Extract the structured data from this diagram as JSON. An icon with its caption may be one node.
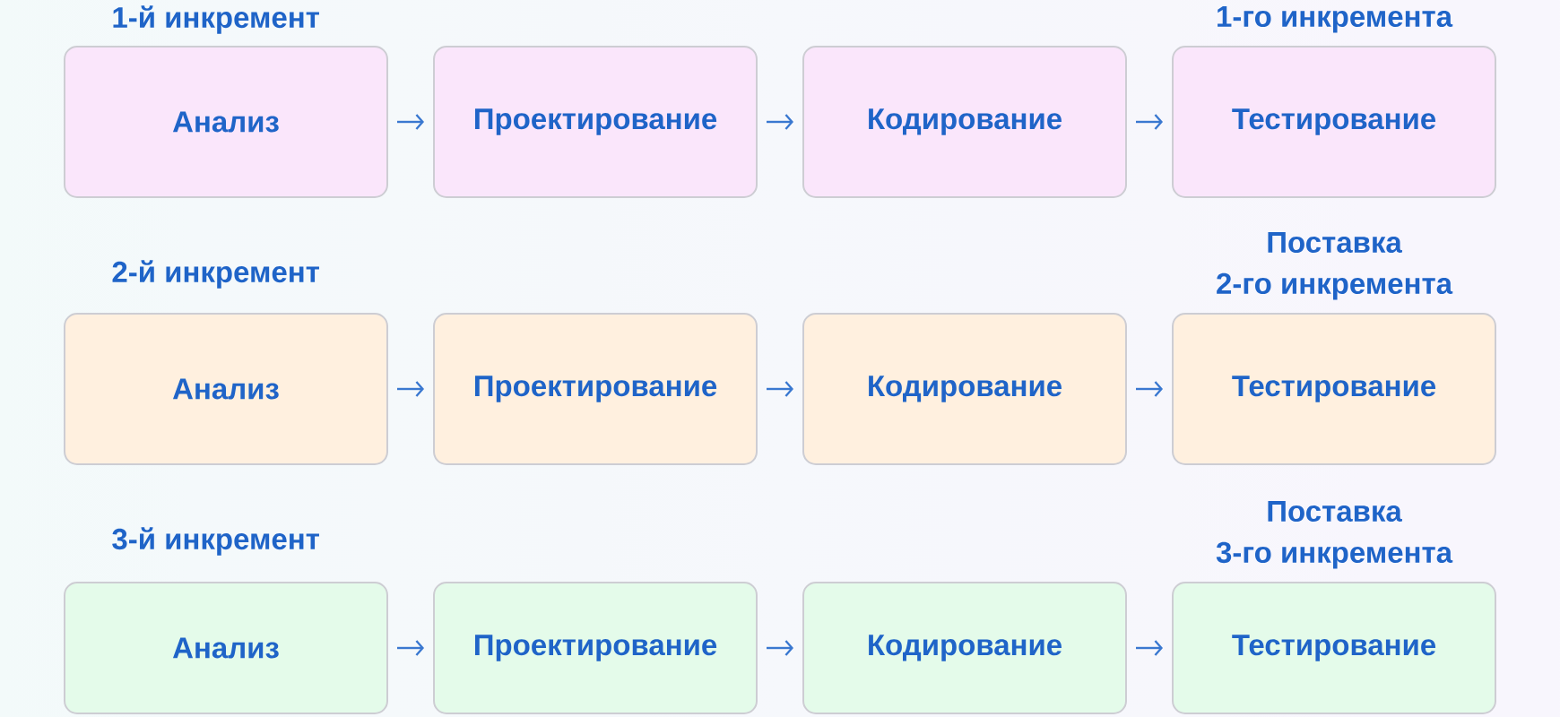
{
  "diagram": {
    "nodes": [
      {
        "text": [
          "Анализ"
        ]
      },
      {
        "text": [
          "Проектирование"
        ]
      },
      {
        "text": [
          "Кодирование"
        ]
      },
      {
        "text": [
          "Тестирование"
        ],
        "beside": [
          "1-го инкремента"
        ]
      },
      {
        "text": [
          "Анализ"
        ]
      },
      {
        "text": [
          "Проектирование"
        ]
      },
      {
        "text": [
          "Кодирование"
        ]
      },
      {
        "text": [
          "Тестирование"
        ],
        "beside": [
          "Поставка 2-го инкремента"
        ]
      },
      {
        "text": [
          "Анализ"
        ]
      },
      {
        "text": [
          "Проектирование"
        ]
      },
      {
        "text": [
          "Кодирование"
        ]
      },
      {
        "text": [
          "Тестирование"
        ],
        "beside": [
          "Поставка 3-го инкремента"
        ]
      }
    ],
    "edges": [
      {
        "from": 0,
        "to": 1,
        "arrow": "to"
      },
      {
        "from": 1,
        "to": 2,
        "arrow": "to"
      },
      {
        "from": 2,
        "to": 3,
        "arrow": "to"
      },
      {
        "from": 4,
        "to": 5,
        "arrow": "to"
      },
      {
        "from": 5,
        "to": 6,
        "arrow": "to"
      },
      {
        "from": 6,
        "to": 7,
        "arrow": "to"
      },
      {
        "from": 8,
        "to": 9,
        "arrow": "to"
      },
      {
        "from": 9,
        "to": 10,
        "arrow": "to"
      },
      {
        "from": 10,
        "to": 11,
        "arrow": "to"
      }
    ],
    "labels": [
      "1-й инкремент",
      "2-й инкремент",
      "3-й инкремент"
    ]
  }
}
